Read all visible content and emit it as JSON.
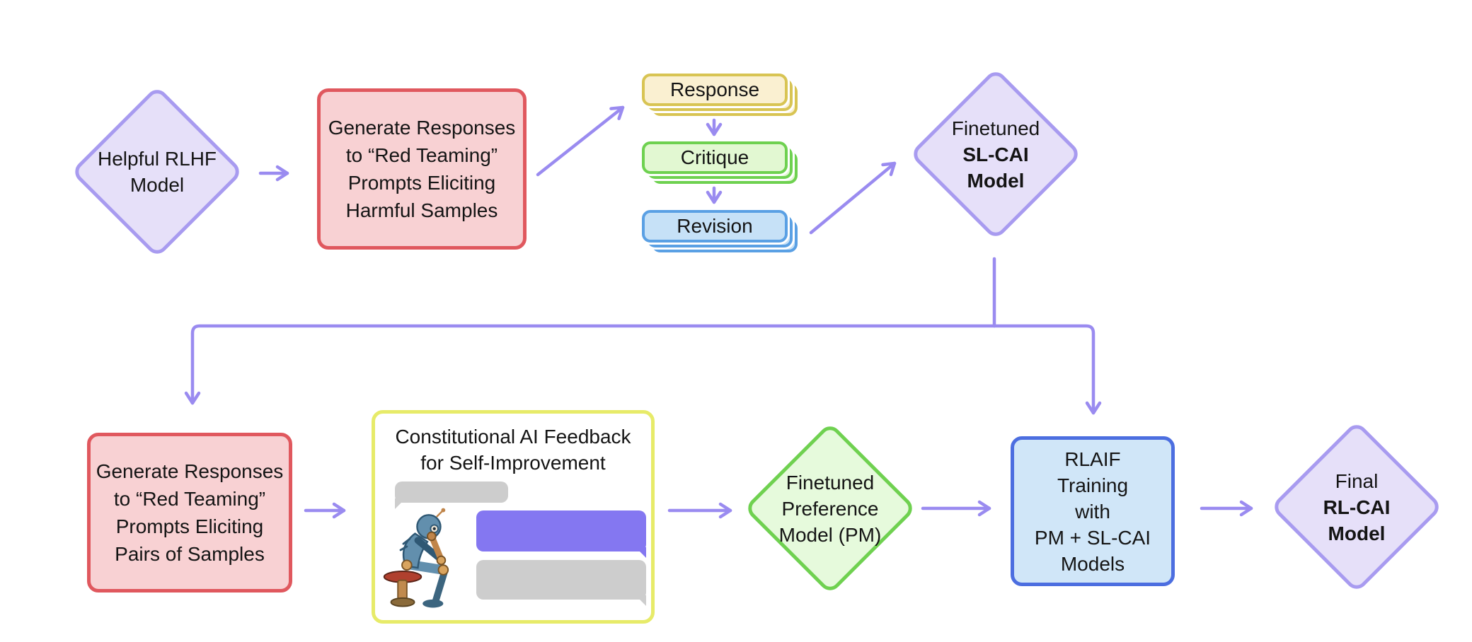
{
  "diagram_title": "Constitutional AI training process flowchart",
  "colors": {
    "arrow": "#9A8BF0",
    "lavender_fill": "#E6E0F9",
    "lavender_border": "#A89BF0",
    "red_fill": "#F8D1D3",
    "red_border": "#E0585E",
    "yellow_fill": "#FAF0D1",
    "yellow_border": "#D8C453",
    "green_card_fill": "#E2F8D2",
    "green_card_border": "#6ED150",
    "blue_card_fill": "#C6E1F7",
    "blue_card_border": "#5AA0E4",
    "green_diamond_fill": "#E6FADC",
    "green_diamond_border": "#6FD150",
    "rlaif_fill": "#D0E6F8",
    "rlaif_border": "#4C6EE0",
    "cai_box_border": "#E7EB69",
    "bubble_purple": "#8477F1",
    "bubble_gray": "#CDCDCD",
    "text": "#141414"
  },
  "icons": {
    "robot_illustration": "thinker-robot"
  },
  "nodes": {
    "helpful_rlhf": {
      "line1": "Helpful RLHF",
      "line2": "Model"
    },
    "generate_harmful": {
      "line1": "Generate Responses",
      "line2": "to “Red Teaming”",
      "line3": "Prompts Eliciting",
      "line4": "Harmful Samples"
    },
    "response_card": {
      "label": "Response"
    },
    "critique_card": {
      "label": "Critique"
    },
    "revision_card": {
      "label": "Revision"
    },
    "sl_cai": {
      "line1": "Finetuned",
      "line2": "SL-CAI",
      "line3": "Model"
    },
    "generate_pairs": {
      "line1": "Generate Responses",
      "line2": "to “Red Teaming”",
      "line3": "Prompts Eliciting",
      "line4": "Pairs of Samples"
    },
    "cai_feedback": {
      "title_line1": "Constitutional AI Feedback",
      "title_line2": "for Self-Improvement"
    },
    "preference_model": {
      "line1": "Finetuned",
      "line2": "Preference",
      "line3": "Model (PM)"
    },
    "rlaif_training": {
      "line1": "RLAIF",
      "line2": "Training",
      "line3": "with",
      "line4": "PM + SL-CAI",
      "line5": "Models"
    },
    "final_rl_cai": {
      "line1": "Final",
      "line2": "RL-CAI",
      "line3": "Model"
    }
  }
}
